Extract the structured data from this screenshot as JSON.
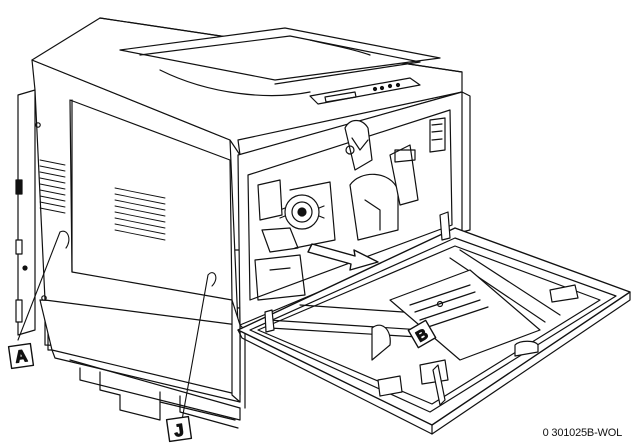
{
  "callouts": {
    "a": "A",
    "b": "B",
    "j": "J"
  },
  "figure_code": "0 301025B-WOL",
  "colors": {
    "line": "#111111",
    "fill": "#ffffff",
    "shade": "#dcdcdc"
  }
}
